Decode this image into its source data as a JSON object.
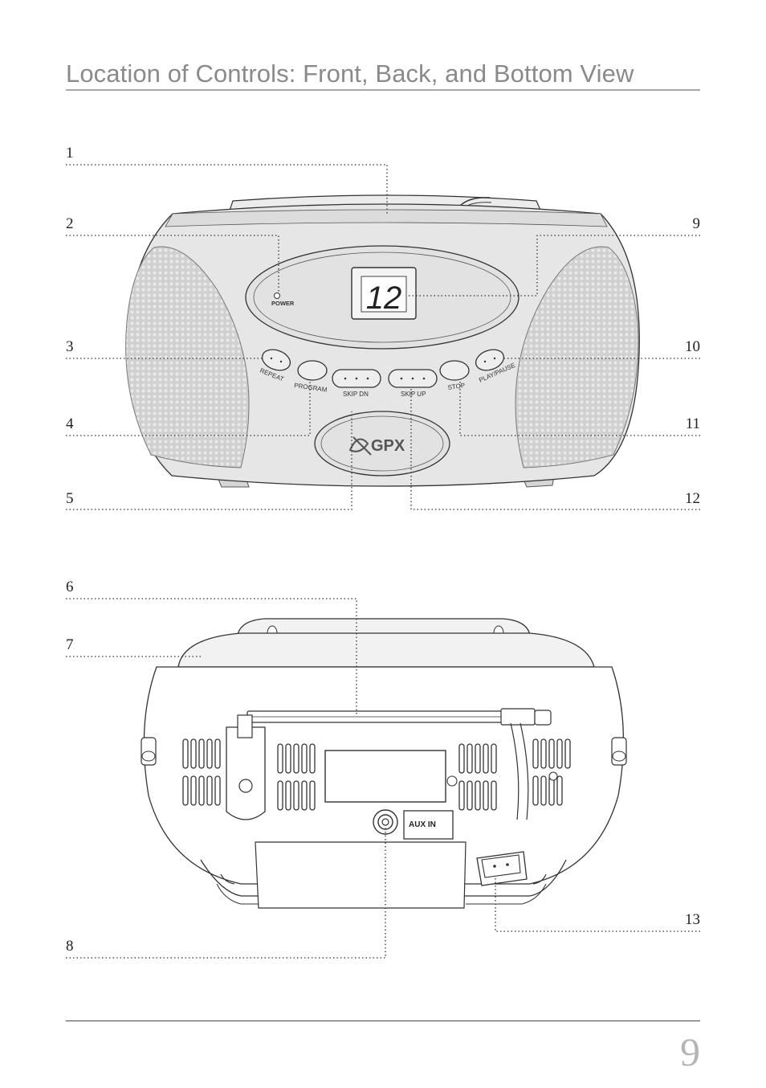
{
  "page": {
    "title": "Location of Controls: Front, Back, and Bottom View",
    "page_number": "9"
  },
  "callouts": {
    "front_left": [
      "1",
      "2",
      "3",
      "4",
      "5"
    ],
    "front_right": [
      "9",
      "10",
      "11",
      "12"
    ],
    "back_left": [
      "6",
      "7",
      "8"
    ],
    "back_right": [
      "13"
    ]
  },
  "front_panel": {
    "display": "12",
    "power_label": "POWER",
    "brand": "GPX",
    "buttons": [
      "REPEAT",
      "PROGRAM",
      "SKIP DN",
      "SKIP UP",
      "STOP",
      "PLAY/PAUSE"
    ]
  },
  "back_panel": {
    "aux_label": "AUX IN"
  },
  "colors": {
    "body_gray": "#e6e6e6",
    "speaker_gray": "#d4d4d4",
    "line": "#333333"
  }
}
